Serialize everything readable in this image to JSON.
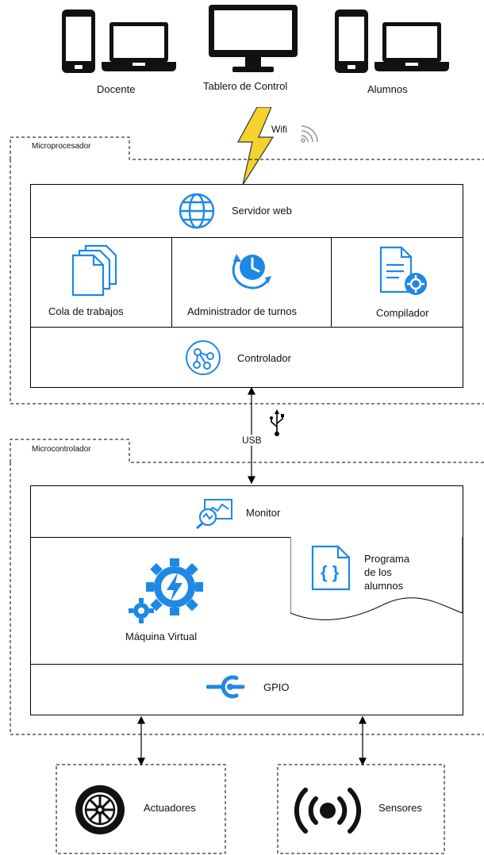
{
  "devices": {
    "docente": "Docente",
    "tablero": "Tablero de Control",
    "alumnos": "Alumnos"
  },
  "wifi": {
    "label": "Wifi"
  },
  "microprocesador": {
    "tag": "Microprocesador",
    "servidor": "Servidor web",
    "cola": "Cola de trabajos",
    "administrador": "Administrador de turnos",
    "compilador": "Compilador",
    "controlador": "Controlador"
  },
  "usb": {
    "label": "USB"
  },
  "microcontrolador": {
    "tag": "Microcontrolador",
    "monitor": "Monitor",
    "maquina": "Máquina Virtual",
    "programa_line1": "Programa",
    "programa_line2": "de los",
    "programa_line3": "alumnos",
    "gpio": "GPIO"
  },
  "peripherals": {
    "actuadores": "Actuadores",
    "sensores": "Sensores"
  },
  "colors": {
    "accent_blue": "#1E88E5",
    "bolt_yellow": "#F5D22E",
    "line": "#000000"
  }
}
